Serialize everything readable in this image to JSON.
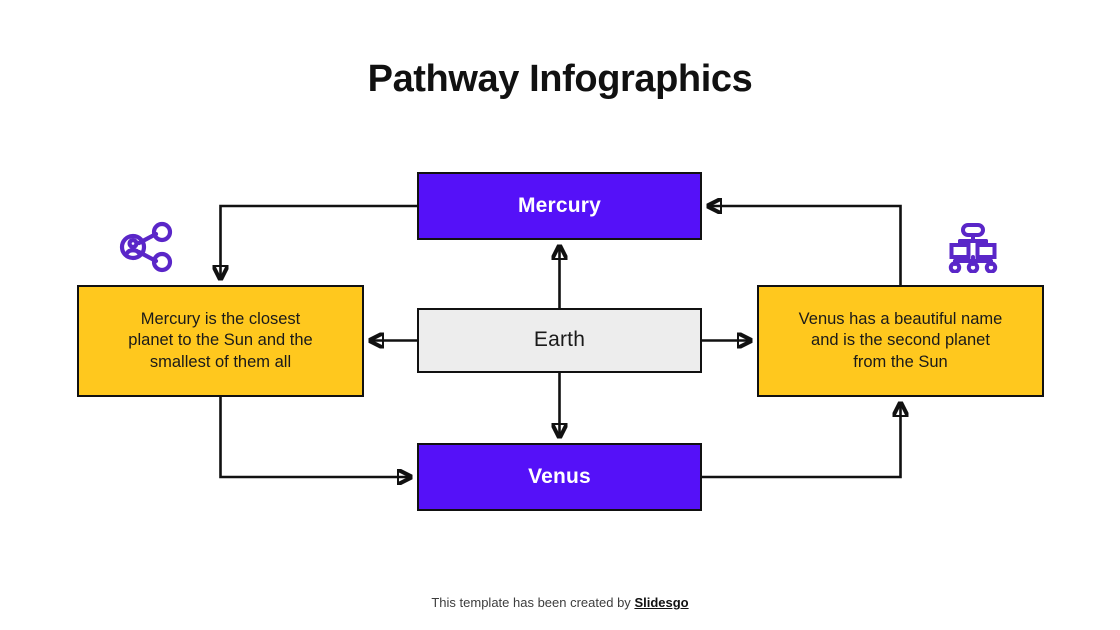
{
  "slide": {
    "title": "Pathway Infographics",
    "background_color": "#ffffff"
  },
  "colors": {
    "purple": "#5511f8",
    "yellow": "#ffc81e",
    "gray": "#ededed",
    "outline": "#111111",
    "icon_purple": "#5a26c8"
  },
  "nodes": {
    "mercury": {
      "label": "Mercury",
      "fill": "#5511f8",
      "text_color": "#ffffff"
    },
    "venus": {
      "label": "Venus",
      "fill": "#5511f8",
      "text_color": "#ffffff"
    },
    "earth": {
      "label": "Earth",
      "fill": "#ededed",
      "text_color": "#1a1a1a"
    },
    "mercury_description": {
      "line1": "Mercury is the closest",
      "line2": "planet to the Sun and the",
      "line3": "smallest of them all",
      "fill": "#ffc81e",
      "text_color": "#1a1a1a"
    },
    "venus_description": {
      "line1": "Venus has a beautiful name",
      "line2": "and is the second planet",
      "line3": "from the Sun",
      "fill": "#ffc81e",
      "text_color": "#1a1a1a"
    }
  },
  "icons": {
    "left": "share-network-icon",
    "right": "hierarchy-icon"
  },
  "footer": {
    "text": "This template has been created by",
    "brand": "Slidesgo"
  }
}
